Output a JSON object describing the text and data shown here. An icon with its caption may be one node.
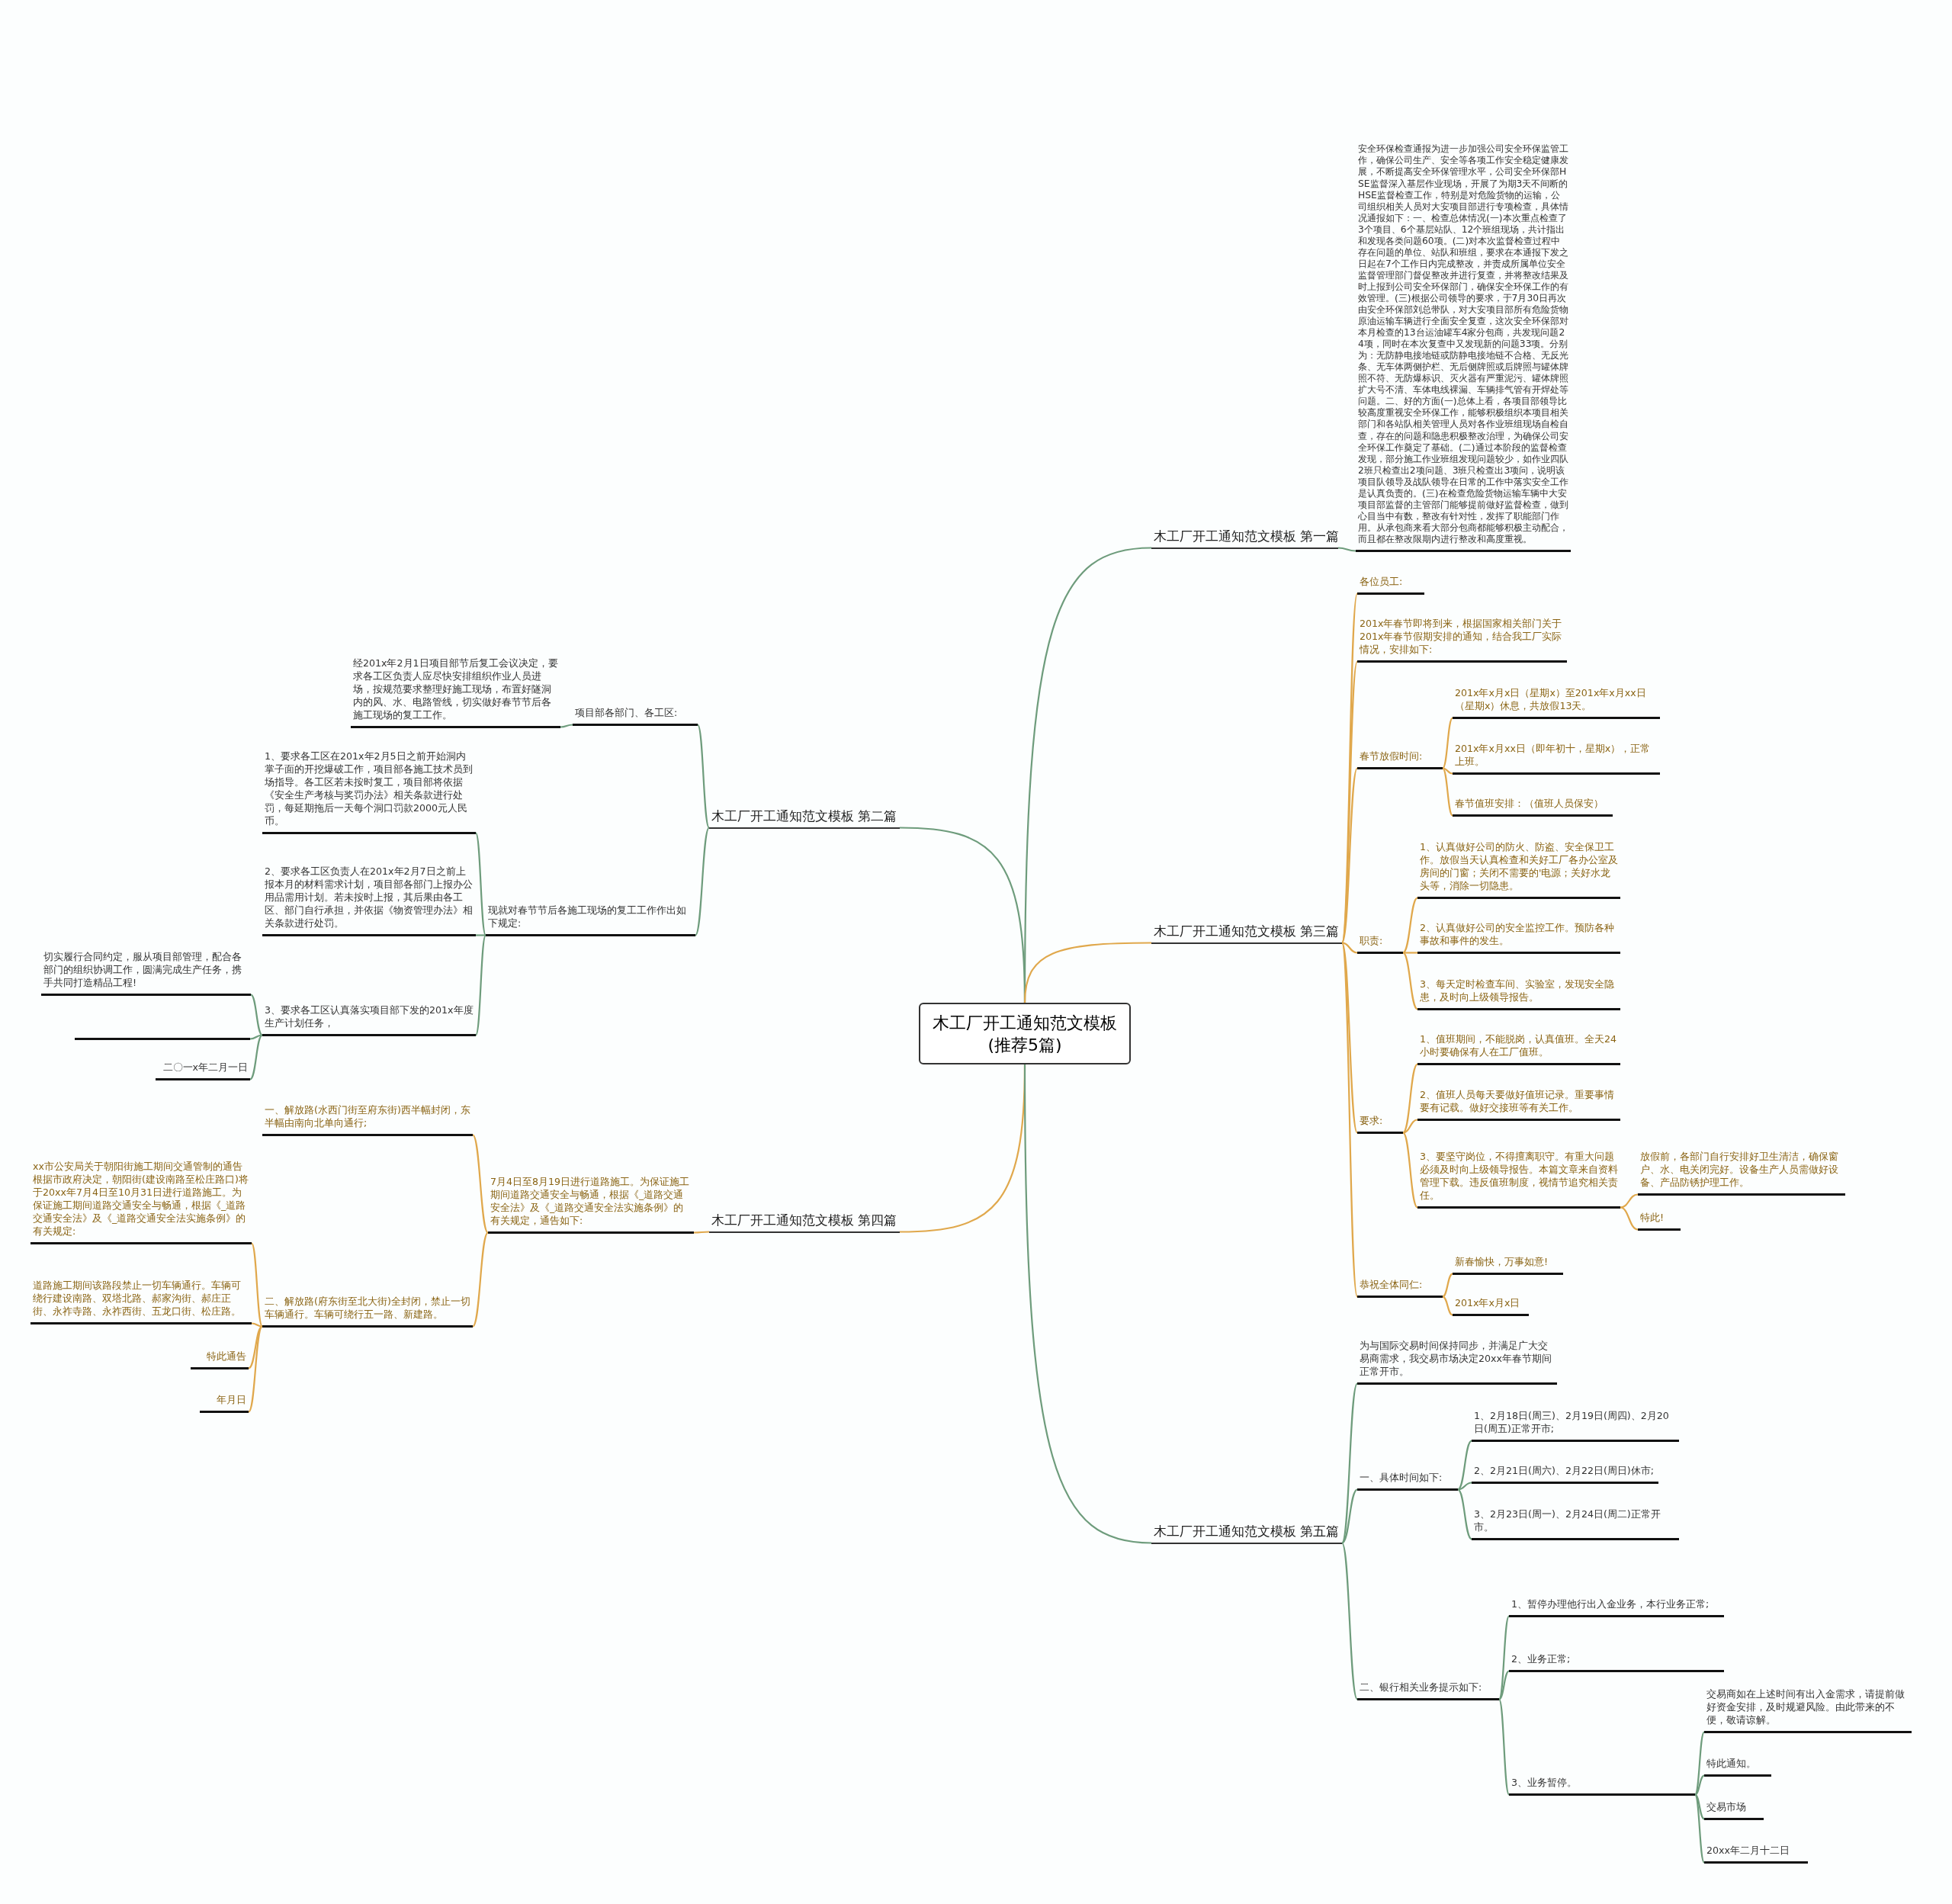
{
  "diagram": {
    "nodes": [
      {
        "text": [
          "木工厂开工通知范文模板(推荐5篇)"
        ]
      },
      {
        "text": [
          "木工厂开工通知范文模板 第一篇"
        ]
      },
      {
        "text": [
          "安全环保检查通报为进一步加强公司安全环保监管工作，确保公司生产、安全等各项工作安全稳定健康发展，不断提高安全环保管理水平，公司安全环保部HSE监督深入基层作业现场，开展了为期3天不间断的HSE监督检查工作，特别是对危险货物的运输，公司组织相关人员对大安项目部进行专项检查，具体情况通报如下：一、检查总体情况(一)本次重点检查了3个项目、6个基层站队、12个班组现场，共计指出和发现各类问题60项。(二)对本次监督检查过程中存在问题的单位、站队和班组，要求在本通报下发之日起在7个工作日内完成整改，并责成所属单位安全监督管理部门督促整改并进行复查，并将整改结果及时上报到公司安全环保部门，确保安全环保工作的有效管理。(三)根据公司领导的要求，于7月30日再次由安全环保部刘总带队，对大安项目部所有危险货物原油运输车辆进行全面安全复查，这次安全环保部对本月检查的13台运油罐车4家分包商，共发现问题24项，同时在本次复查中又发现新的问题33项。分别为：无防静电接地链或防静电接地链不合格、无反光条、无车体两侧护栏、无后侧牌照或后牌照与罐体牌照不符、无防爆标识、灭火器有严重泥污、罐体牌照扩大号不清、车体电线裸漏、车辆排气管有开焊处等问题。二、好的方面(一)总体上看，各项目部领导比较高度重视安全环保工作，能够积极组织本项目相关部门和各站队相关管理人员对各作业班组现场自检自查，存在的问题和隐患积极整改治理，为确保公司安全环保工作奠定了基础。(二)通过本阶段的监督检查发现，部分施工作业班组发现问题较少，如作业四队2班只检查出2项问题、3班只检查出3项问，说明该项目队领导及战队领导在日常的工作中落实安全工作是认真负责的。(三)在检查危险货物运输车辆中大安项目部监督的主管部门能够提前做好监督检查，做到心目当中有数，整改有针对性，发挥了职能部门作用。从承包商来看大部分包商都能够积极主动配合，而且都在整改限期内进行整改和高度重视。"
        ]
      },
      {
        "text": [
          "木工厂开工通知范文模板 第二篇"
        ]
      },
      {
        "text": [
          "项目部各部门、各工区:"
        ]
      },
      {
        "text": [
          "经201x年2月1日项目部节后复工会议决定，要求各工区负责人应尽快安排组织作业人员进场，按规范要求整理好施工现场，布置好隧洞内的风、水、电路管线，切实做好春节节后各施工现场的复工工作。"
        ]
      },
      {
        "text": [
          "现就对春节节后各施工现场的复工工作作出如下规定:"
        ]
      },
      {
        "text": [
          "1、要求各工区在201x年2月5日之前开始洞内掌子面的开挖爆破工作，项目部各施工技术员到场指导。各工区若未按时复工，项目部将依据《安全生产考核与奖罚办法》相关条款进行处罚，每延期拖后一天每个洞口罚款2000元人民币。"
        ]
      },
      {
        "text": [
          "2、要求各工区负责人在201x年2月7日之前上报本月的材料需求计划，项目部各部门上报办公用品需用计划。若未按时上报，其后果由各工区、部门自行承担，并依据《物资管理办法》相关条款进行处罚。"
        ]
      },
      {
        "text": [
          "3、要求各工区认真落实项目部下发的201x年度生产计划任务，"
        ]
      },
      {
        "text": [
          "切实履行合同约定，服从项目部管理，配合各部门的组织协调工作，圆满完成生产任务，携手共同打造精品工程!"
        ]
      },
      {
        "text": [],
        "shape": "bar"
      },
      {
        "text": [
          "二〇一x年二月一日"
        ]
      },
      {
        "text": [
          "木工厂开工通知范文模板 第四篇"
        ]
      },
      {
        "text": [
          "7月4日至8月19日进行道路施工。为保证施工期间道路交通安全与畅通，根据《_道路交通安全法》及《_道路交通安全法实施条例》的有关规定，通告如下:"
        ]
      },
      {
        "text": [
          "一、解放路(水西门街至府东街)西半幅封闭，东半幅由南向北单向通行;"
        ]
      },
      {
        "text": [
          "二、解放路(府东街至北大街)全封闭，禁止一切车辆通行。车辆可绕行五一路、新建路。"
        ]
      },
      {
        "text": [
          "xx市公安局关于朝阳街施工期间交通管制的通告根据市政府决定，朝阳街(建设南路至松庄路口)将于20xx年7月4日至10月31日进行道路施工。为保证施工期间道路交通安全与畅通，根据《_道路交通安全法》及《_道路交通安全法实施条例》的有关规定:"
        ]
      },
      {
        "text": [
          "道路施工期间该路段禁止一切车辆通行。车辆可绕行建设南路、双塔北路、郝家沟街、郝庄正街、永祚寺路、永祚西街、五龙口街、松庄路。"
        ]
      },
      {
        "text": [
          "特此通告"
        ]
      },
      {
        "text": [
          "年月日"
        ]
      },
      {
        "text": [
          "木工厂开工通知范文模板 第三篇"
        ]
      },
      {
        "text": [
          "各位员工:"
        ]
      },
      {
        "text": [
          "201x年春节即将到来，根据国家相关部门关于201x年春节假期安排的通知，结合我工厂实际情况，安排如下:"
        ]
      },
      {
        "text": [
          "春节放假时间:"
        ]
      },
      {
        "text": [
          "201x年x月x日（星期x）至201x年x月xx日（星期x）休息，共放假13天。"
        ]
      },
      {
        "text": [
          "201x年x月xx日（即年初十，星期x），正常上班。"
        ]
      },
      {
        "text": [
          "春节值班安排：（值班人员保安）"
        ]
      },
      {
        "text": [
          "职责:"
        ]
      },
      {
        "text": [
          "1、认真做好公司的防火、防盗、安全保卫工作。放假当天认真检查和关好工厂各办公室及房间的门窗；关闭不需要的'电源；关好水龙头等，消除一切隐患。"
        ]
      },
      {
        "text": [
          "2、认真做好公司的安全监控工作。预防各种事故和事件的发生。"
        ]
      },
      {
        "text": [
          "3、每天定时检查车间、实验室，发现安全隐患，及时向上级领导报告。"
        ]
      },
      {
        "text": [
          "要求:"
        ]
      },
      {
        "text": [
          "1、值班期间，不能脱岗，认真值班。全天24小时要确保有人在工厂值班。"
        ]
      },
      {
        "text": [
          "2、值班人员每天要做好值班记录。重要事情要有记载。做好交接班等有关工作。"
        ]
      },
      {
        "text": [
          "3、要坚守岗位，不得擅离职守。有重大问题必须及时向上级领导报告。本篇文章来自资料管理下载。违反值班制度，视情节追究相关责任。"
        ]
      },
      {
        "text": [
          "放假前，各部门自行安排好卫生清洁，确保窗户、水、电关闭完好。设备生产人员需做好设备、产品防锈护理工作。"
        ]
      },
      {
        "text": [
          "特此!"
        ]
      },
      {
        "text": [
          "恭祝全体同仁:"
        ]
      },
      {
        "text": [
          "新春愉快，万事如意!"
        ]
      },
      {
        "text": [
          "201x年x月x日"
        ]
      },
      {
        "text": [
          "木工厂开工通知范文模板 第五篇"
        ]
      },
      {
        "text": [
          "为与国际交易时间保持同步，并满足广大交易商需求，我交易市场决定20xx年春节期间正常开市。"
        ]
      },
      {
        "text": [
          "一、具体时间如下:"
        ]
      },
      {
        "text": [
          "1、2月18日(周三)、2月19日(周四)、2月20日(周五)正常开市;"
        ]
      },
      {
        "text": [
          "2、2月21日(周六)、2月22日(周日)休市;"
        ]
      },
      {
        "text": [
          "3、2月23日(周一)、2月24日(周二)正常开市。"
        ]
      },
      {
        "text": [
          "二、银行相关业务提示如下:"
        ]
      },
      {
        "text": [
          "1、暂停办理他行出入金业务，本行业务正常;"
        ]
      },
      {
        "text": [
          "2、业务正常;"
        ]
      },
      {
        "text": [
          "3、业务暂停。"
        ]
      },
      {
        "text": [
          "交易商如在上述时间有出入金需求，请提前做好资金安排，及时规避风险。由此带来的不便，敬请谅解。"
        ]
      },
      {
        "text": [
          "特此通知。"
        ]
      },
      {
        "text": [
          "交易市场"
        ]
      },
      {
        "text": [
          "20xx年二月十二日"
        ]
      }
    ],
    "edges": [
      {
        "from": 0,
        "to": 1,
        "arrow": "none",
        "color": "#6e9c7c"
      },
      {
        "from": 1,
        "to": 2,
        "arrow": "none",
        "color": "#6e9c7c"
      },
      {
        "from": 0,
        "to": 3,
        "arrow": "none",
        "color": "#6e9c7c"
      },
      {
        "from": 3,
        "to": 4,
        "arrow": "none",
        "color": "#6e9c7c"
      },
      {
        "from": 4,
        "to": 5,
        "arrow": "none",
        "color": "#6e9c7c"
      },
      {
        "from": 3,
        "to": 6,
        "arrow": "none",
        "color": "#6e9c7c"
      },
      {
        "from": 6,
        "to": 7,
        "arrow": "none",
        "color": "#6e9c7c"
      },
      {
        "from": 6,
        "to": 8,
        "arrow": "none",
        "color": "#6e9c7c"
      },
      {
        "from": 6,
        "to": 9,
        "arrow": "none",
        "color": "#6e9c7c"
      },
      {
        "from": 9,
        "to": 10,
        "arrow": "none",
        "color": "#6e9c7c"
      },
      {
        "from": 9,
        "to": 11,
        "arrow": "none",
        "color": "#6e9c7c"
      },
      {
        "from": 9,
        "to": 12,
        "arrow": "none",
        "color": "#6e9c7c"
      },
      {
        "from": 0,
        "to": 13,
        "arrow": "none"
      },
      {
        "from": 13,
        "to": 14,
        "arrow": "none"
      },
      {
        "from": 14,
        "to": 15,
        "arrow": "none"
      },
      {
        "from": 14,
        "to": 16,
        "arrow": "none"
      },
      {
        "from": 16,
        "to": 17,
        "arrow": "none"
      },
      {
        "from": 16,
        "to": 18,
        "arrow": "none"
      },
      {
        "from": 16,
        "to": 19,
        "arrow": "none"
      },
      {
        "from": 16,
        "to": 20,
        "arrow": "none"
      },
      {
        "from": 0,
        "to": 21,
        "arrow": "none"
      },
      {
        "from": 21,
        "to": 22,
        "arrow": "none"
      },
      {
        "from": 21,
        "to": 23,
        "arrow": "none"
      },
      {
        "from": 21,
        "to": 24,
        "arrow": "none"
      },
      {
        "from": 24,
        "to": 25,
        "arrow": "none"
      },
      {
        "from": 24,
        "to": 26,
        "arrow": "none"
      },
      {
        "from": 24,
        "to": 27,
        "arrow": "none"
      },
      {
        "from": 21,
        "to": 28,
        "arrow": "none"
      },
      {
        "from": 28,
        "to": 29,
        "arrow": "none"
      },
      {
        "from": 28,
        "to": 30,
        "arrow": "none"
      },
      {
        "from": 28,
        "to": 31,
        "arrow": "none"
      },
      {
        "from": 21,
        "to": 32,
        "arrow": "none"
      },
      {
        "from": 32,
        "to": 33,
        "arrow": "none"
      },
      {
        "from": 32,
        "to": 34,
        "arrow": "none"
      },
      {
        "from": 32,
        "to": 35,
        "arrow": "none"
      },
      {
        "from": 35,
        "to": 36,
        "arrow": "none"
      },
      {
        "from": 35,
        "to": 37,
        "arrow": "none"
      },
      {
        "from": 21,
        "to": 38,
        "arrow": "none"
      },
      {
        "from": 38,
        "to": 39,
        "arrow": "none"
      },
      {
        "from": 38,
        "to": 40,
        "arrow": "none"
      },
      {
        "from": 0,
        "to": 41,
        "arrow": "none",
        "color": "#6e9c7c"
      },
      {
        "from": 41,
        "to": 42,
        "arrow": "none",
        "color": "#6e9c7c"
      },
      {
        "from": 41,
        "to": 43,
        "arrow": "none",
        "color": "#6e9c7c"
      },
      {
        "from": 43,
        "to": 44,
        "arrow": "none",
        "color": "#6e9c7c"
      },
      {
        "from": 43,
        "to": 45,
        "arrow": "none",
        "color": "#6e9c7c"
      },
      {
        "from": 43,
        "to": 46,
        "arrow": "none",
        "color": "#6e9c7c"
      },
      {
        "from": 41,
        "to": 47,
        "arrow": "none",
        "color": "#6e9c7c"
      },
      {
        "from": 47,
        "to": 48,
        "arrow": "none",
        "color": "#6e9c7c"
      },
      {
        "from": 47,
        "to": 49,
        "arrow": "none",
        "color": "#6e9c7c"
      },
      {
        "from": 47,
        "to": 50,
        "arrow": "none",
        "color": "#6e9c7c"
      },
      {
        "from": 50,
        "to": 51,
        "arrow": "none",
        "color": "#6e9c7c"
      },
      {
        "from": 50,
        "to": 52,
        "arrow": "none",
        "color": "#6e9c7c"
      },
      {
        "from": 50,
        "to": 53,
        "arrow": "none",
        "color": "#6e9c7c"
      },
      {
        "from": 50,
        "to": 54,
        "arrow": "none",
        "color": "#6e9c7c"
      }
    ]
  }
}
